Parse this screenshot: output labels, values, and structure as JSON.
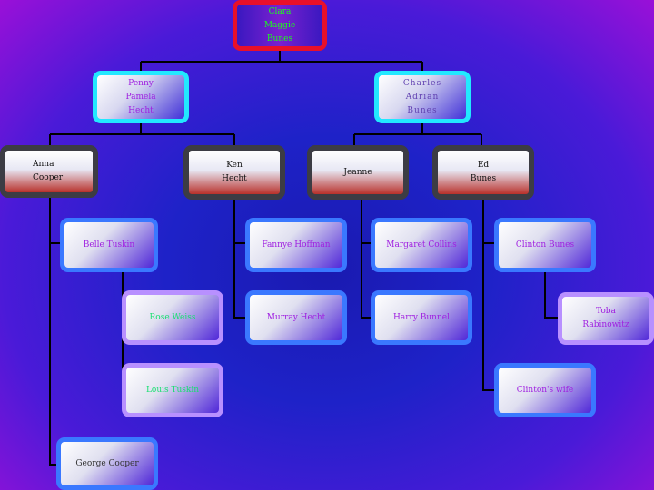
{
  "nodes": {
    "root": [
      "Clara",
      "Maggie",
      "Bunes"
    ],
    "penny": [
      "Penny",
      "Pamela",
      "Hecht"
    ],
    "charles": [
      "Charles",
      "Adrian",
      "Bunes"
    ],
    "anna": [
      "Anna",
      "Cooper"
    ],
    "ken": [
      "Ken",
      "Hecht"
    ],
    "jeanne": [
      "Jeanne"
    ],
    "ed": [
      "Ed",
      "Bunes"
    ],
    "belle": [
      "Belle Tuskin"
    ],
    "fannye": [
      "Fannye Hoffman"
    ],
    "margaret": [
      "Margaret Collins"
    ],
    "clinton": [
      "Clinton Bunes"
    ],
    "rose": [
      "Rose Weiss"
    ],
    "murray": [
      "Murray Hecht"
    ],
    "harry": [
      "Harry Bunnel"
    ],
    "toba": [
      "Toba",
      "Rabinowitz"
    ],
    "louis": [
      "Louis Tuskin"
    ],
    "clinton_wife": [
      "Clinton's wife"
    ],
    "george": [
      "George Cooper"
    ]
  },
  "colors": {
    "root_border": "#e8102a",
    "cyan_border": "#22e8ff",
    "gray_border": "#3c3c44",
    "blue_border": "#3a78ff",
    "lavender_border": "#b890ff",
    "text_purple": "#a020e0",
    "text_green": "#1aff1a"
  }
}
